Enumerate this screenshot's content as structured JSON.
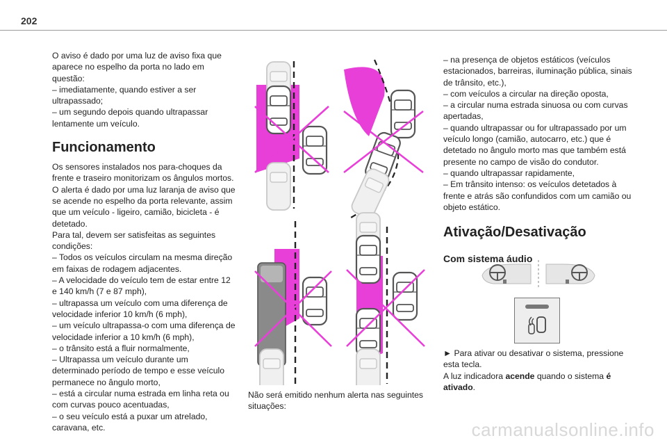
{
  "page_number": "202",
  "col1": {
    "intro": [
      "O aviso é dado por uma luz de aviso fixa que aparece no espelho da porta no lado em questão:",
      "– imediatamente, quando estiver a ser ultrapassado;",
      "– um segundo depois quando ultrapassar lentamente um veículo."
    ],
    "heading": "Funcionamento",
    "body": [
      "Os sensores instalados nos para-choques da frente e traseiro monitorizam os ângulos mortos.",
      "O alerta é dado por uma luz laranja de aviso que se acende no espelho da porta relevante, assim que um veículo - ligeiro, camião, bicicleta - é detetado.",
      "Para tal, devem ser satisfeitas as seguintes condições:",
      "– Todos os veículos circulam na mesma direção em faixas de rodagem adjacentes.",
      "– A velocidade do veículo tem de estar entre 12 e 140 km/h (7 e 87 mph),",
      "– ultrapassa um veículo com uma diferença de velocidade inferior 10 km/h (6 mph),",
      "– um veículo ultrapassa-o com uma diferença de velocidade inferior a 10 km/h (6 mph),",
      "– o trânsito está a fluir normalmente,",
      "– Ultrapassa um veículo durante um determinado período de tempo e esse veículo permanece no ângulo morto,",
      "– está a circular numa estrada em linha reta ou com curvas pouco acentuadas,",
      "– o seu veículo está a puxar um atrelado, caravana, etc."
    ]
  },
  "caption": "Não será emitido nenhum alerta nas seguintes situações:",
  "col3": {
    "list": [
      "– na presença de objetos estáticos (veículos estacionados, barreiras, iluminação pública, sinais de trânsito, etc.),",
      "– com veículos a circular na direção oposta,",
      "– a circular numa estrada sinuosa ou com curvas apertadas,",
      "– quando ultrapassar ou for ultrapassado por um veículo longo (camião, autocarro, etc.) que é detetado no ângulo morto mas que também está presente no campo de visão do condutor.",
      "– quando ultrapassar rapidamente,",
      "– Em trânsito intenso: os veículos detetados à frente e atrás são confundidos com um camião ou objeto estático."
    ],
    "heading": "Ativação/Desativação",
    "subheading": "Com sistema áudio",
    "instruction": "► Para ativar ou desativar o sistema, pressione esta tecla.",
    "status_pre": "A luz indicadora ",
    "status_bold1": "acende",
    "status_mid": " quando o sistema ",
    "status_bold2": "é ativado",
    "status_end": "."
  },
  "watermark": "carmanualsonline.info",
  "colors": {
    "magenta": "#e83fd8",
    "car_grey": "#6e6e6e",
    "car_light": "#d8d8d8"
  }
}
